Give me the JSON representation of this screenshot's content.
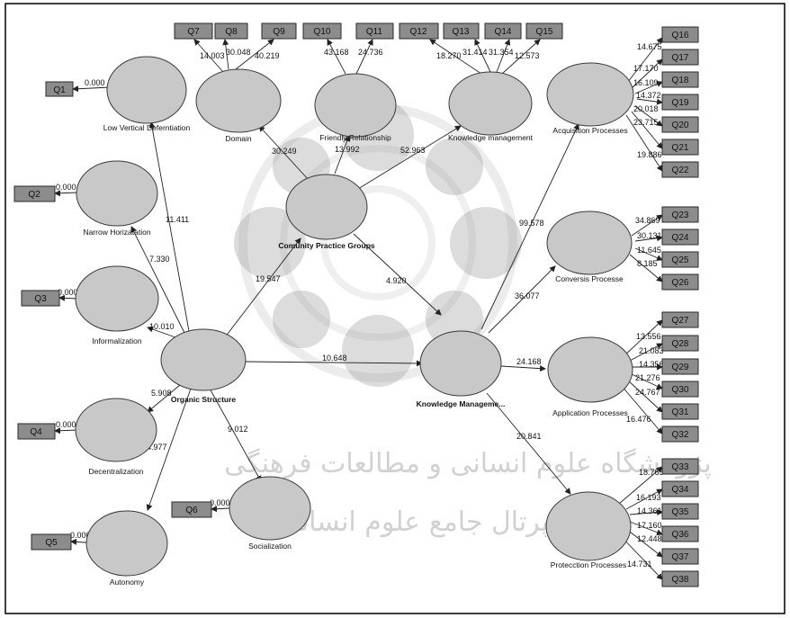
{
  "watermark": {
    "line1": "پژوهشگاه علوم انسانی و مطالعات فرهنگی",
    "line2": "پرتال جامع علوم انسانی"
  },
  "latents": {
    "lvd": "Low Vertical Deferntiation",
    "domain": "Domain",
    "friendly": "Friendly Relationship",
    "km_top": "Knowledge management",
    "acq": "Acquisition Processes",
    "narrow": "Narrow Horizatation",
    "cpg": "Comunity Practice Groups",
    "conv": "Conversis Processe",
    "informal": "Informalization",
    "organic": "Organic Structure",
    "kmgmt": "Knowledge Manageme...",
    "app": "Application Processes",
    "decent": "Decentralization",
    "social": "Socialization",
    "autonomy": "Autonomy",
    "prot": "Protecction Processes"
  },
  "indicators": {
    "Q1": "Q1",
    "Q2": "Q2",
    "Q3": "Q3",
    "Q4": "Q4",
    "Q5": "Q5",
    "Q6": "Q6",
    "Q7": "Q7",
    "Q8": "Q8",
    "Q9": "Q9",
    "Q10": "Q10",
    "Q11": "Q11",
    "Q12": "Q12",
    "Q13": "Q13",
    "Q14": "Q14",
    "Q15": "Q15",
    "Q16": "Q16",
    "Q17": "Q17",
    "Q18": "Q18",
    "Q19": "Q19",
    "Q20": "Q20",
    "Q21": "Q21",
    "Q22": "Q22",
    "Q23": "Q23",
    "Q24": "Q24",
    "Q25": "Q25",
    "Q26": "Q26",
    "Q27": "Q27",
    "Q28": "Q28",
    "Q29": "Q29",
    "Q30": "Q30",
    "Q31": "Q31",
    "Q32": "Q32",
    "Q33": "Q33",
    "Q34": "Q34",
    "Q35": "Q35",
    "Q36": "Q36",
    "Q37": "Q37",
    "Q38": "Q38"
  },
  "loadings": {
    "Q1": "0.000",
    "Q2": "0.000",
    "Q3": "0.000",
    "Q4": "0.000",
    "Q5": "0.000",
    "Q6": "0.000",
    "Q7": "14.003",
    "Q8": "30.048",
    "Q9": "40.219",
    "Q10": "43.168",
    "Q11": "24.736",
    "Q12": "18.270",
    "Q13": "31.414",
    "Q14": "31.354",
    "Q15": "12.573",
    "Q16": "14.675",
    "Q17": "17.170",
    "Q18": "16.109",
    "Q19": "14.372",
    "Q20": "20.018",
    "Q21": "23.715",
    "Q22": "19.886",
    "Q23": "34.869",
    "Q24": "30.131",
    "Q25": "11.645",
    "Q26": "8.185",
    "Q27": "13.556",
    "Q28": "21.083",
    "Q29": "14.356",
    "Q30": "21.276",
    "Q31": "24.767",
    "Q32": "16.476",
    "Q33": "18.765",
    "Q34": "16.193",
    "Q35": "14.361",
    "Q36": "17.160",
    "Q37": "12.448",
    "Q38": "14.731"
  },
  "paths": {
    "org_lvd": "11.411",
    "org_narrow": "7.330",
    "org_informal": "10.010",
    "org_decent": "5.908",
    "org_autonomy": "4.977",
    "org_social": "9.012",
    "org_cpg": "19.547",
    "org_km": "10.648",
    "cpg_domain": "30.249",
    "cpg_friendly": "13.992",
    "cpg_kmtop": "52.963",
    "cpg_km": "4.920",
    "km_acq": "99.578",
    "km_conv": "36.077",
    "km_app": "24.168",
    "km_prot": "20.841"
  }
}
